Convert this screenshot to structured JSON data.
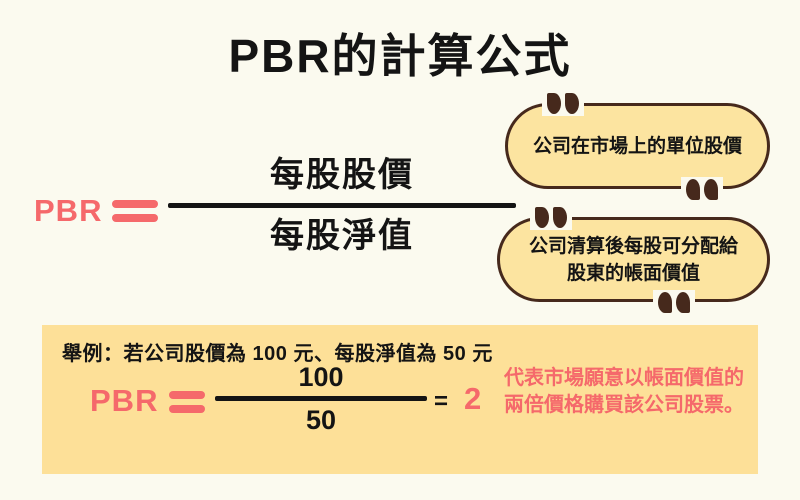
{
  "title": "PBR的計算公式",
  "formula": {
    "lhs": "PBR",
    "numerator": "每股股價",
    "denominator": "每股淨值"
  },
  "callouts": {
    "numerator_note": "公司在市場上的單位股價",
    "denominator_note_lines": [
      "公司清算後每股可分配給",
      "股東的帳面價值"
    ]
  },
  "example": {
    "intro": "舉例：若公司股價為 100 元、每股淨值為 50 元",
    "lhs": "PBR",
    "numerator": "100",
    "denominator": "50",
    "equals_sign": "=",
    "result": "2",
    "note_lines": [
      "代表市場願意以帳面價值的",
      "兩倍價格購買該公司股票。"
    ]
  },
  "icons": {
    "open_quote": "open-quote",
    "close_quote": "close-quote"
  },
  "colors": {
    "background": "#FBFAEF",
    "accent_red": "#F5696B",
    "text_black": "#141414",
    "bubble_fill": "#FCE4A0",
    "bubble_border": "#46291C",
    "example_box_fill": "#FDE098"
  }
}
